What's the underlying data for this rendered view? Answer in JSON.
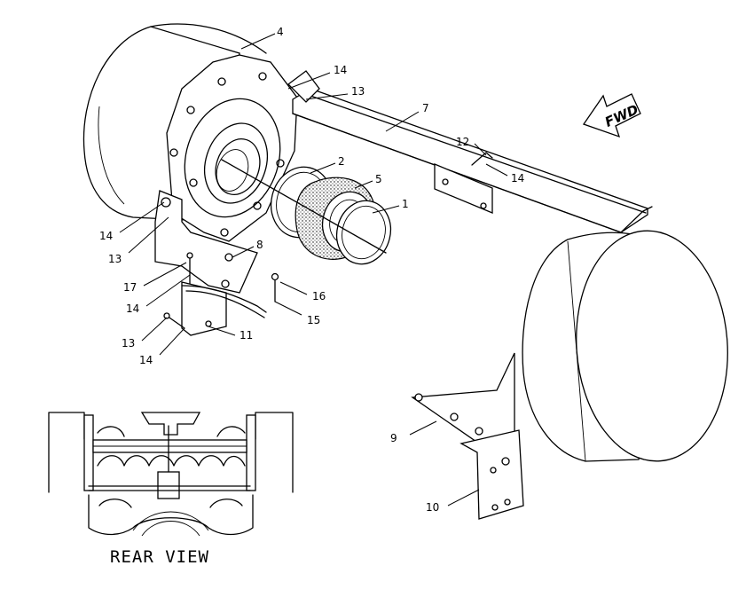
{
  "callouts": [
    {
      "id": "c1",
      "label": "1"
    },
    {
      "id": "c2",
      "label": "2"
    },
    {
      "id": "c4",
      "label": "4"
    },
    {
      "id": "c5",
      "label": "5"
    },
    {
      "id": "c7",
      "label": "7"
    },
    {
      "id": "c8",
      "label": "8"
    },
    {
      "id": "c9",
      "label": "9"
    },
    {
      "id": "c10",
      "label": "10"
    },
    {
      "id": "c11",
      "label": "11"
    },
    {
      "id": "c12",
      "label": "12"
    },
    {
      "id": "c13a",
      "label": "13"
    },
    {
      "id": "c13b",
      "label": "13"
    },
    {
      "id": "c13c",
      "label": "13"
    },
    {
      "id": "c14a",
      "label": "14"
    },
    {
      "id": "c14b",
      "label": "14"
    },
    {
      "id": "c14c",
      "label": "14"
    },
    {
      "id": "c14d",
      "label": "14"
    },
    {
      "id": "c14e",
      "label": "14"
    },
    {
      "id": "c15",
      "label": "15"
    },
    {
      "id": "c16",
      "label": "16"
    },
    {
      "id": "c17",
      "label": "17"
    }
  ],
  "direction_arrow": {
    "label": "FWD"
  },
  "inset": {
    "caption": "REAR VIEW"
  }
}
